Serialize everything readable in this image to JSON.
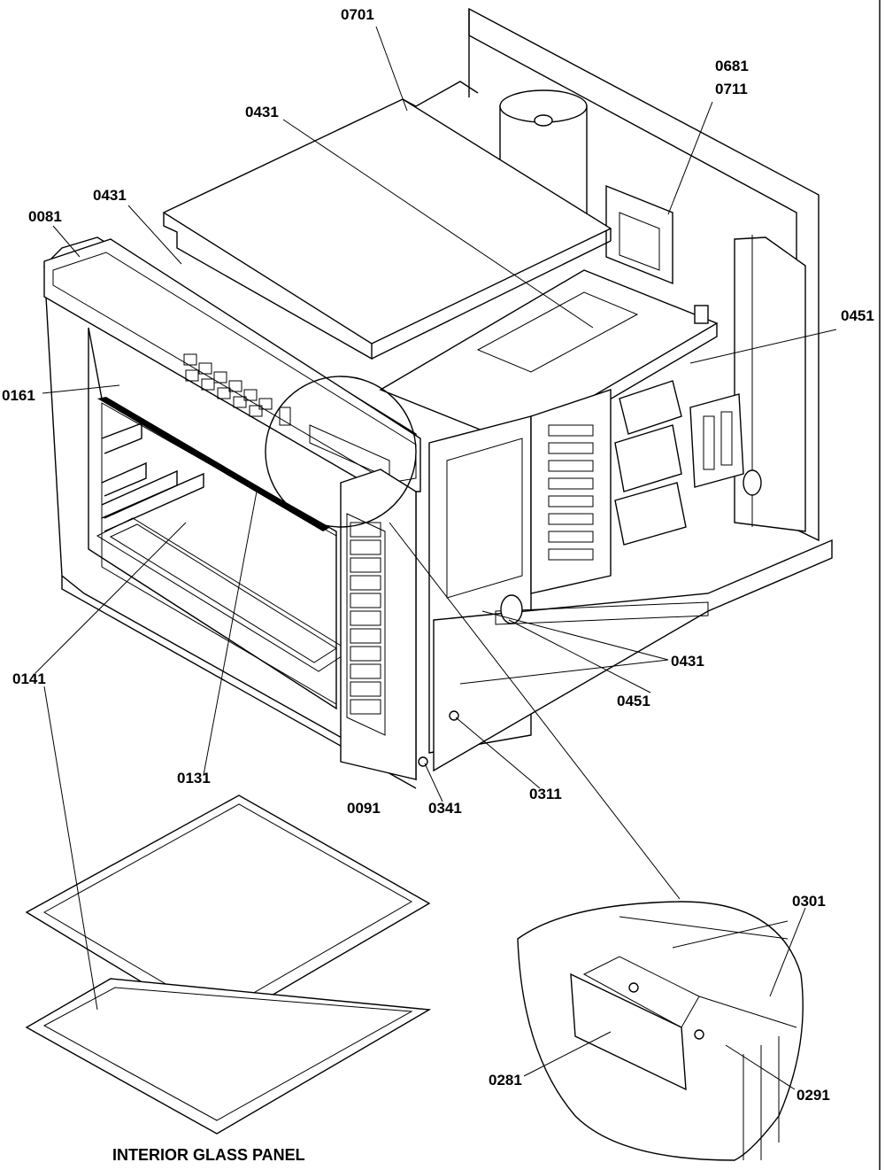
{
  "labels": {
    "l0701": "0701",
    "l0681": "0681",
    "l0711": "0711",
    "l0431a": "0431",
    "l0431b": "0431",
    "l0431c": "0431",
    "l0081": "0081",
    "l0451a": "0451",
    "l0451b": "0451",
    "l0161": "0161",
    "l0141": "0141",
    "l0131": "0131",
    "l0091": "0091",
    "l0341": "0341",
    "l0311": "0311",
    "l0301": "0301",
    "l0281": "0281",
    "l0291": "0291"
  },
  "caption": "INTERIOR GLASS PANEL"
}
